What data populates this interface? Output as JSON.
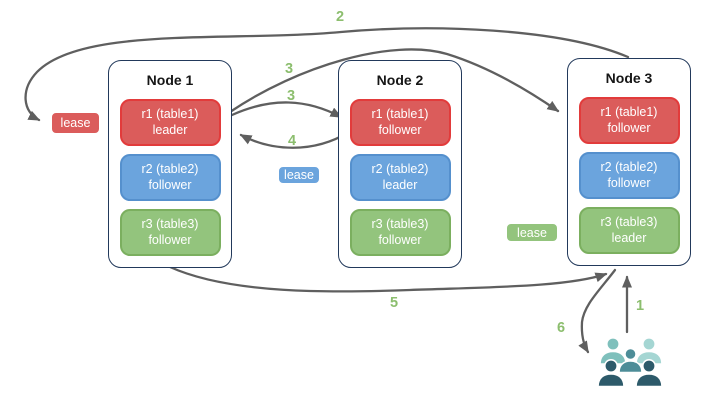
{
  "nodes": [
    {
      "title": "Node 1",
      "replicas": [
        {
          "name": "r1 (table1)",
          "role": "leader",
          "color": "red"
        },
        {
          "name": "r2 (table2)",
          "role": "follower",
          "color": "blue"
        },
        {
          "name": "r3 (table3)",
          "role": "follower",
          "color": "green"
        }
      ]
    },
    {
      "title": "Node 2",
      "replicas": [
        {
          "name": "r1 (table1)",
          "role": "follower",
          "color": "red"
        },
        {
          "name": "r2 (table2)",
          "role": "leader",
          "color": "blue"
        },
        {
          "name": "r3 (table3)",
          "role": "follower",
          "color": "green"
        }
      ]
    },
    {
      "title": "Node 3",
      "replicas": [
        {
          "name": "r1 (table1)",
          "role": "follower",
          "color": "red"
        },
        {
          "name": "r2 (table2)",
          "role": "follower",
          "color": "blue"
        },
        {
          "name": "r3 (table3)",
          "role": "leader",
          "color": "green"
        }
      ]
    }
  ],
  "leases": [
    {
      "label": "lease",
      "color": "red"
    },
    {
      "label": "lease",
      "color": "blue"
    },
    {
      "label": "lease",
      "color": "green"
    }
  ],
  "flows": [
    {
      "step": "1",
      "from": "clients",
      "to": "node3-r3-leader"
    },
    {
      "step": "2",
      "from": "node3",
      "to": "lease-red"
    },
    {
      "step": "3",
      "from": "node1-r1-leader",
      "to": "node3-r1-follower"
    },
    {
      "step": "3",
      "from": "node1-r1-leader",
      "to": "node2-r1-follower"
    },
    {
      "step": "4",
      "from": "node2-r1-follower",
      "to": "node1-r1-leader"
    },
    {
      "step": "5",
      "from": "node1",
      "to": "node3-r3-leader"
    },
    {
      "step": "6",
      "from": "node3",
      "to": "clients"
    }
  ],
  "users_icon": {
    "semantic": "users-icon",
    "colors": [
      "#7FC0BC",
      "#A5D6D3",
      "#4D8D98",
      "#2D5A6A"
    ]
  },
  "colors": {
    "red_fill": "#DB5C5B",
    "red_stroke": "#E23B3B",
    "blue_fill": "#6BA4DD",
    "blue_stroke": "#5590CD",
    "green_fill": "#93C47D",
    "green_stroke": "#7BAF5F",
    "node_border": "#22395B",
    "arrow": "#5F5F5F",
    "step_label": "#8CBE6E"
  }
}
